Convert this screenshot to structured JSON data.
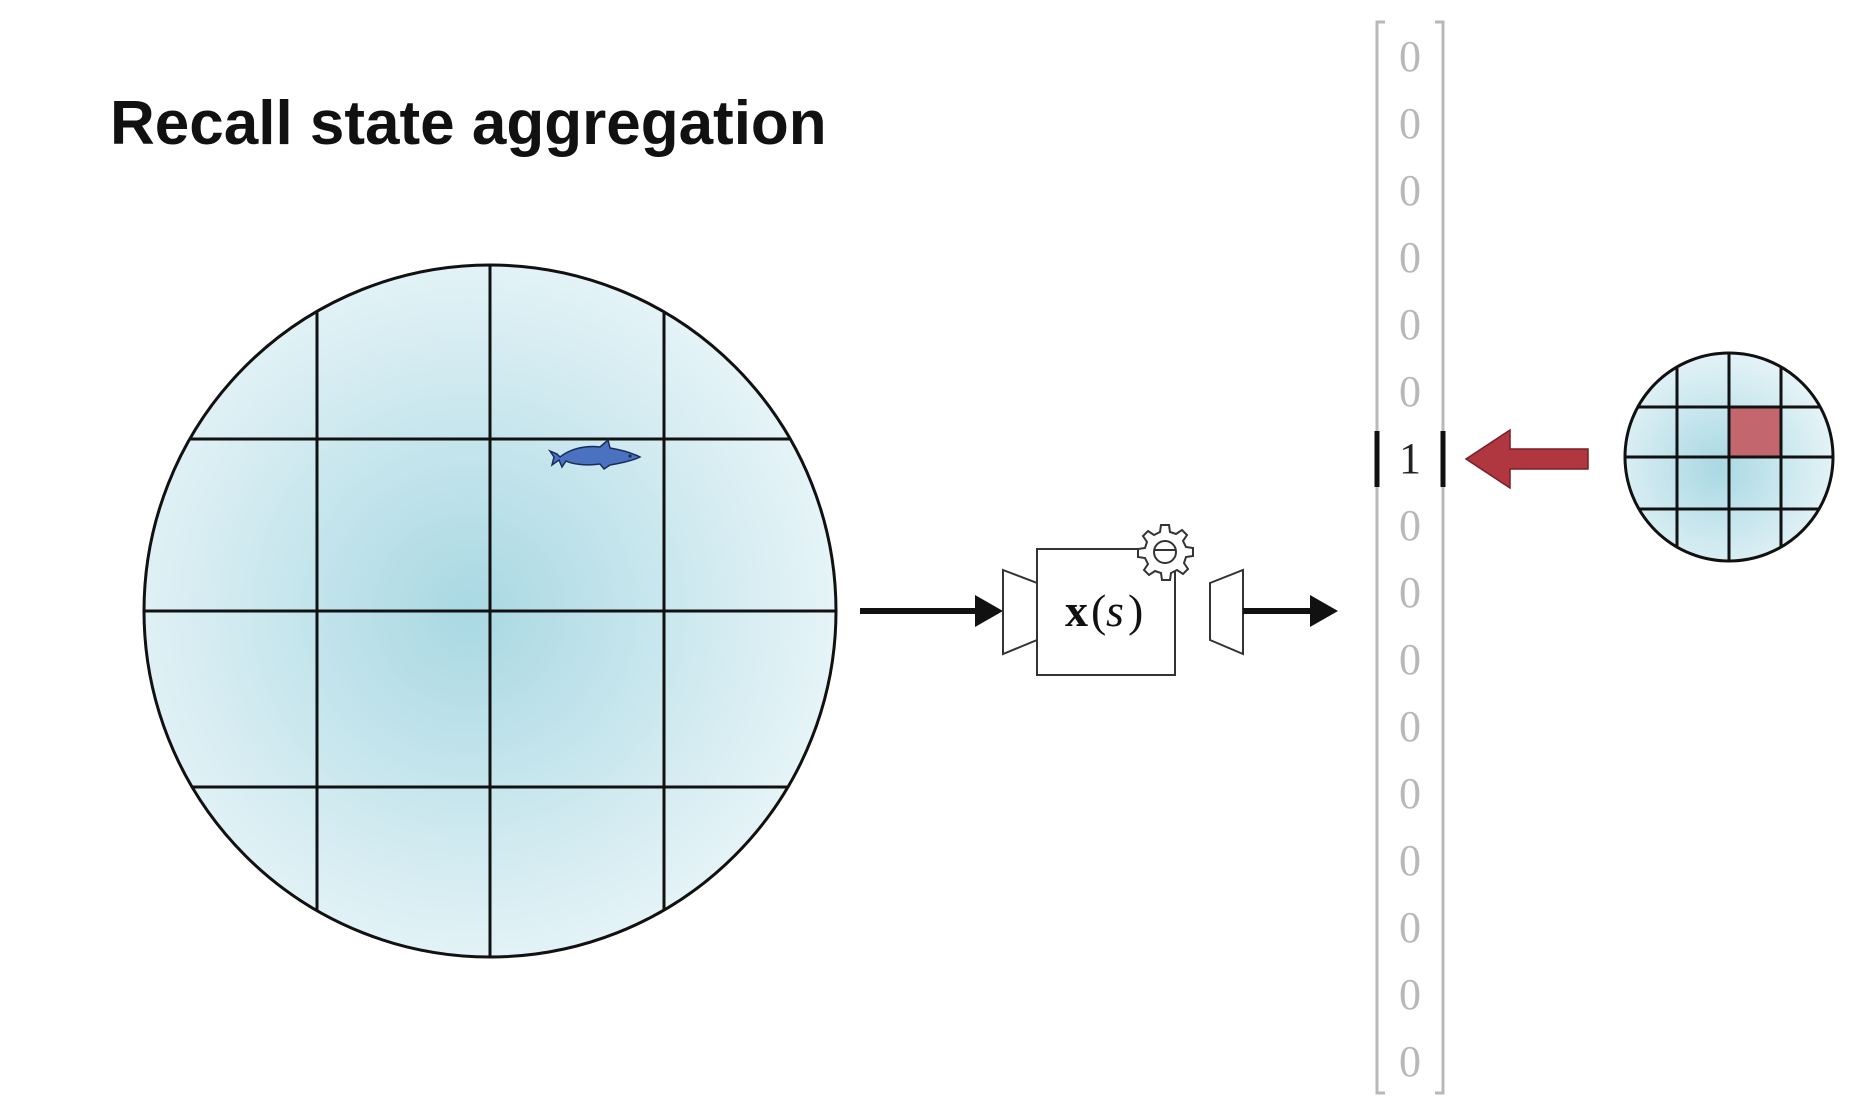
{
  "slide": {
    "title": "Recall state aggregation"
  },
  "feature_function": {
    "symbol_bold": "x",
    "open_paren": "(",
    "argument": "s",
    "close_paren": ")"
  },
  "feature_vector": {
    "values": [
      "0",
      "0",
      "0",
      "0",
      "0",
      "0",
      "1",
      "0",
      "0",
      "0",
      "0",
      "0",
      "0",
      "0",
      "0",
      "0"
    ],
    "active_index": 6
  },
  "large_grid": {
    "rows": 4,
    "cols": 4,
    "agent_cell": {
      "row": 1,
      "col": 2
    }
  },
  "small_grid": {
    "rows": 4,
    "cols": 4,
    "highlighted_cell": {
      "row": 1,
      "col": 2
    }
  },
  "colors": {
    "pond_center": "#a9d8e3",
    "pond_edge": "#e8f5f8",
    "fish": "#4a72c0",
    "highlight_cell": "#c4666e",
    "red_arrow": "#b03640",
    "vector_inactive": "#b8b8b8",
    "vector_active": "#222222"
  }
}
